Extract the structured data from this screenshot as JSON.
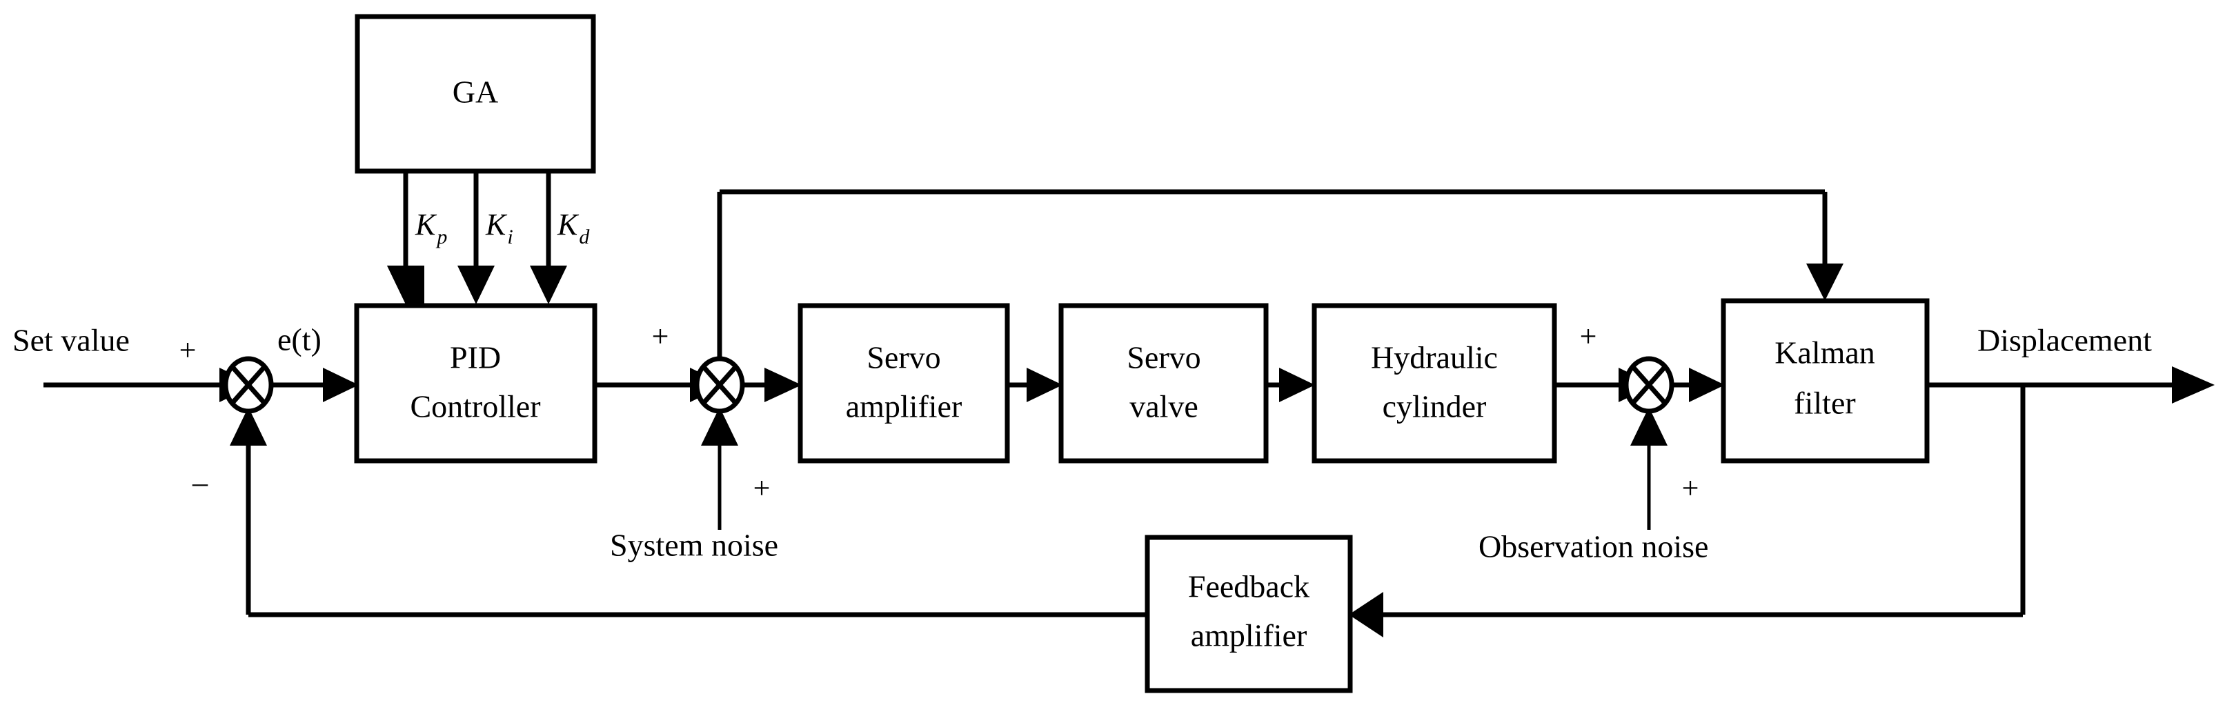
{
  "diagram": {
    "title": "GA-optimized PID control system with Kalman filter for hydraulic servo displacement",
    "type": "block-diagram",
    "stroke_color": "#000000",
    "background_color": "#ffffff"
  },
  "blocks": {
    "ga": {
      "label": "GA"
    },
    "pid": {
      "line1": "PID",
      "line2": "Controller"
    },
    "servo_amplifier": {
      "line1": "Servo",
      "line2": "amplifier"
    },
    "servo_valve": {
      "line1": "Servo",
      "line2": "valve"
    },
    "hydraulic_cylinder": {
      "line1": "Hydraulic",
      "line2": "cylinder"
    },
    "kalman_filter": {
      "line1": "Kalman",
      "line2": "filter"
    },
    "feedback_amplifier": {
      "line1": "Feedback",
      "line2": "amplifier"
    }
  },
  "signals": {
    "set_value": "Set value",
    "error": "e(t)",
    "system_noise": "System noise",
    "observation_noise": "Observation noise",
    "displacement": "Displacement"
  },
  "gains": [
    {
      "symbol": "K",
      "subscript": "p"
    },
    {
      "symbol": "K",
      "subscript": "i"
    },
    {
      "symbol": "K",
      "subscript": "d"
    }
  ],
  "signs": {
    "set_value_plus": "+",
    "feedback_minus": "–",
    "pid_out_plus": "+",
    "system_noise_plus": "+",
    "cylinder_out_plus": "+",
    "observation_noise_plus": "+"
  }
}
